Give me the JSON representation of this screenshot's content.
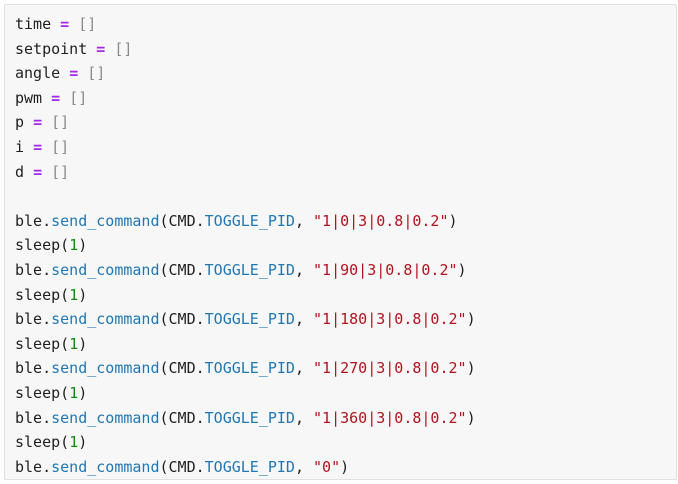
{
  "code_cell": {
    "lines": [
      [
        {
          "t": "time",
          "k": "var"
        },
        {
          "t": " ",
          "k": "plain"
        },
        {
          "t": "=",
          "k": "op"
        },
        {
          "t": " ",
          "k": "plain"
        },
        {
          "t": "[]",
          "k": "br"
        }
      ],
      [
        {
          "t": "setpoint",
          "k": "var"
        },
        {
          "t": " ",
          "k": "plain"
        },
        {
          "t": "=",
          "k": "op"
        },
        {
          "t": " ",
          "k": "plain"
        },
        {
          "t": "[]",
          "k": "br"
        }
      ],
      [
        {
          "t": "angle",
          "k": "var"
        },
        {
          "t": " ",
          "k": "plain"
        },
        {
          "t": "=",
          "k": "op"
        },
        {
          "t": " ",
          "k": "plain"
        },
        {
          "t": "[]",
          "k": "br"
        }
      ],
      [
        {
          "t": "pwm",
          "k": "var"
        },
        {
          "t": " ",
          "k": "plain"
        },
        {
          "t": "=",
          "k": "op"
        },
        {
          "t": " ",
          "k": "plain"
        },
        {
          "t": "[]",
          "k": "br"
        }
      ],
      [
        {
          "t": "p",
          "k": "var"
        },
        {
          "t": " ",
          "k": "plain"
        },
        {
          "t": "=",
          "k": "op"
        },
        {
          "t": " ",
          "k": "plain"
        },
        {
          "t": "[]",
          "k": "br"
        }
      ],
      [
        {
          "t": "i",
          "k": "var"
        },
        {
          "t": " ",
          "k": "plain"
        },
        {
          "t": "=",
          "k": "op"
        },
        {
          "t": " ",
          "k": "plain"
        },
        {
          "t": "[]",
          "k": "br"
        }
      ],
      [
        {
          "t": "d",
          "k": "var"
        },
        {
          "t": " ",
          "k": "plain"
        },
        {
          "t": "=",
          "k": "op"
        },
        {
          "t": " ",
          "k": "plain"
        },
        {
          "t": "[]",
          "k": "br"
        }
      ],
      [],
      [
        {
          "t": "ble.",
          "k": "plain"
        },
        {
          "t": "send_command",
          "k": "fn"
        },
        {
          "t": "(CMD.",
          "k": "plain"
        },
        {
          "t": "TOGGLE_PID",
          "k": "fn"
        },
        {
          "t": ", ",
          "k": "plain"
        },
        {
          "t": "\"1|0|3|0.8|0.2\"",
          "k": "str"
        },
        {
          "t": ")",
          "k": "plain"
        }
      ],
      [
        {
          "t": "sleep(",
          "k": "plain"
        },
        {
          "t": "1",
          "k": "num"
        },
        {
          "t": ")",
          "k": "plain"
        }
      ],
      [
        {
          "t": "ble.",
          "k": "plain"
        },
        {
          "t": "send_command",
          "k": "fn"
        },
        {
          "t": "(CMD.",
          "k": "plain"
        },
        {
          "t": "TOGGLE_PID",
          "k": "fn"
        },
        {
          "t": ", ",
          "k": "plain"
        },
        {
          "t": "\"1|90|3|0.8|0.2\"",
          "k": "str"
        },
        {
          "t": ")",
          "k": "plain"
        }
      ],
      [
        {
          "t": "sleep(",
          "k": "plain"
        },
        {
          "t": "1",
          "k": "num"
        },
        {
          "t": ")",
          "k": "plain"
        }
      ],
      [
        {
          "t": "ble.",
          "k": "plain"
        },
        {
          "t": "send_command",
          "k": "fn"
        },
        {
          "t": "(CMD.",
          "k": "plain"
        },
        {
          "t": "TOGGLE_PID",
          "k": "fn"
        },
        {
          "t": ", ",
          "k": "plain"
        },
        {
          "t": "\"1|180|3|0.8|0.2\"",
          "k": "str"
        },
        {
          "t": ")",
          "k": "plain"
        }
      ],
      [
        {
          "t": "sleep(",
          "k": "plain"
        },
        {
          "t": "1",
          "k": "num"
        },
        {
          "t": ")",
          "k": "plain"
        }
      ],
      [
        {
          "t": "ble.",
          "k": "plain"
        },
        {
          "t": "send_command",
          "k": "fn"
        },
        {
          "t": "(CMD.",
          "k": "plain"
        },
        {
          "t": "TOGGLE_PID",
          "k": "fn"
        },
        {
          "t": ", ",
          "k": "plain"
        },
        {
          "t": "\"1|270|3|0.8|0.2\"",
          "k": "str"
        },
        {
          "t": ")",
          "k": "plain"
        }
      ],
      [
        {
          "t": "sleep(",
          "k": "plain"
        },
        {
          "t": "1",
          "k": "num"
        },
        {
          "t": ")",
          "k": "plain"
        }
      ],
      [
        {
          "t": "ble.",
          "k": "plain"
        },
        {
          "t": "send_command",
          "k": "fn"
        },
        {
          "t": "(CMD.",
          "k": "plain"
        },
        {
          "t": "TOGGLE_PID",
          "k": "fn"
        },
        {
          "t": ", ",
          "k": "plain"
        },
        {
          "t": "\"1|360|3|0.8|0.2\"",
          "k": "str"
        },
        {
          "t": ")",
          "k": "plain"
        }
      ],
      [
        {
          "t": "sleep(",
          "k": "plain"
        },
        {
          "t": "1",
          "k": "num"
        },
        {
          "t": ")",
          "k": "plain"
        }
      ],
      [
        {
          "t": "ble.",
          "k": "plain"
        },
        {
          "t": "send_command",
          "k": "fn"
        },
        {
          "t": "(CMD.",
          "k": "plain"
        },
        {
          "t": "TOGGLE_PID",
          "k": "fn"
        },
        {
          "t": ", ",
          "k": "plain"
        },
        {
          "t": "\"0\"",
          "k": "str"
        },
        {
          "t": ")",
          "k": "plain"
        }
      ]
    ]
  },
  "colors": {
    "background": "#f7f7f7",
    "keyword_operator": "#a626f1",
    "function": "#1f77b4",
    "string": "#b3131e",
    "number": "#148a14",
    "bracket": "#8a8a8a",
    "text": "#1f1f1f"
  }
}
